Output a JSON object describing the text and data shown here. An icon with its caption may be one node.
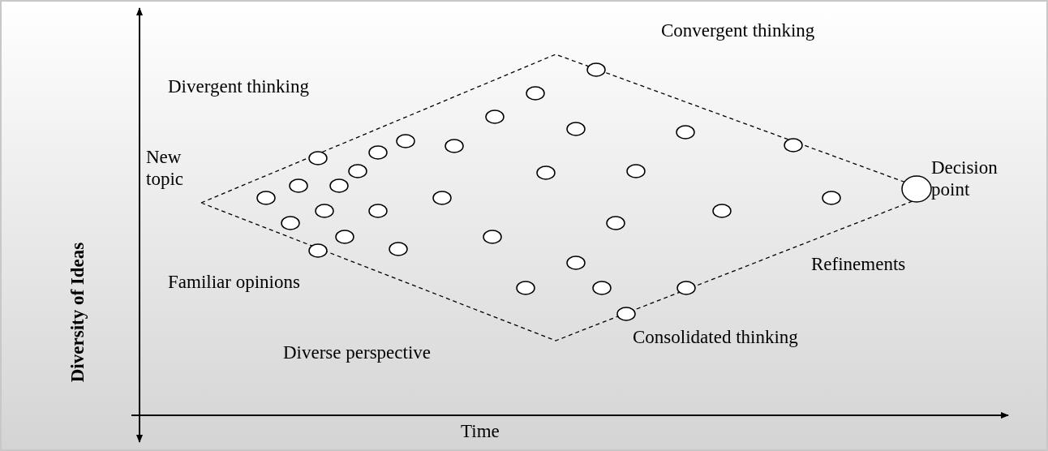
{
  "diagram": {
    "labels": [
      "Divergent thinking",
      "Convergent thinking",
      "New topic",
      "Decision point",
      "Refinements",
      "Familiar opinions",
      "Consolidated thinking",
      "Diverse perspective",
      "Diversity of Ideas",
      "Time"
    ]
  }
}
